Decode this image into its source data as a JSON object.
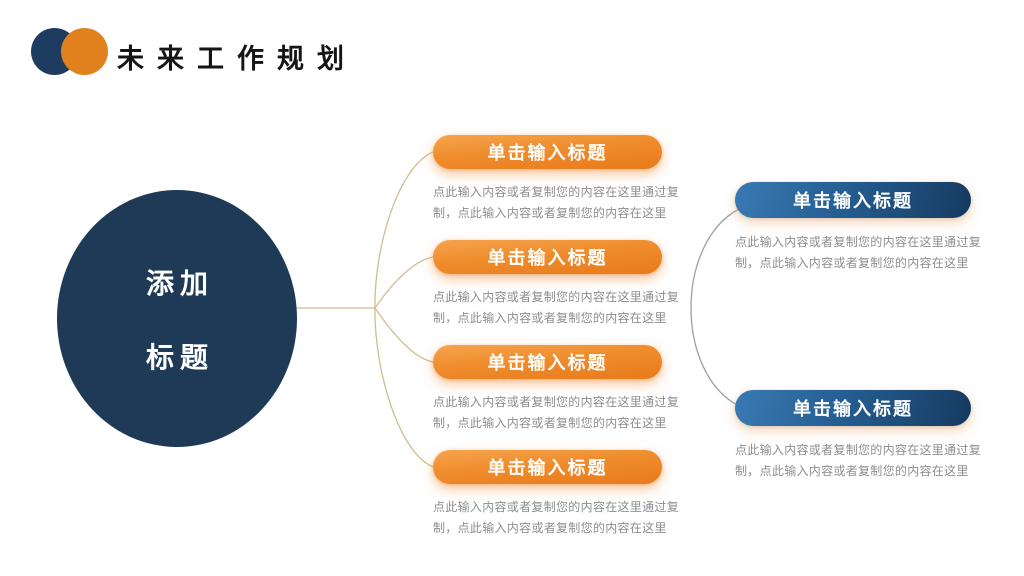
{
  "slide": {
    "title": "未来工作规划"
  },
  "colors": {
    "logo_navy": "#1d3c5f",
    "logo_orange": "#e0811d",
    "center_circle_navy": "#1e3a57",
    "orange_pill": "#e87a1b",
    "blue_pill": "#163a60",
    "connector_tan": "#d2bd8e",
    "connector_gray": "#9aa0a6",
    "desc_gray": "#8d8d8d"
  },
  "center_circle": {
    "line1": "添加",
    "line2": "标题"
  },
  "orange_nodes": [
    {
      "title": "单击输入标题",
      "desc": "点此输入内容或者复制您的内容在这里通过复制，点此输入内容或者复制您的内容在这里"
    },
    {
      "title": "单击输入标题",
      "desc": "点此输入内容或者复制您的内容在这里通过复制，点此输入内容或者复制您的内容在这里"
    },
    {
      "title": "单击输入标题",
      "desc": "点此输入内容或者复制您的内容在这里通过复制，点此输入内容或者复制您的内容在这里"
    },
    {
      "title": "单击输入标题",
      "desc": "点此输入内容或者复制您的内容在这里通过复制，点此输入内容或者复制您的内容在这里"
    }
  ],
  "blue_nodes": [
    {
      "title": "单击输入标题",
      "desc": "点此输入内容或者复制您的内容在这里通过复制，点此输入内容或者复制您的内容在这里"
    },
    {
      "title": "单击输入标题",
      "desc": "点此输入内容或者复制您的内容在这里通过复制，点此输入内容或者复制您的内容在这里"
    }
  ]
}
